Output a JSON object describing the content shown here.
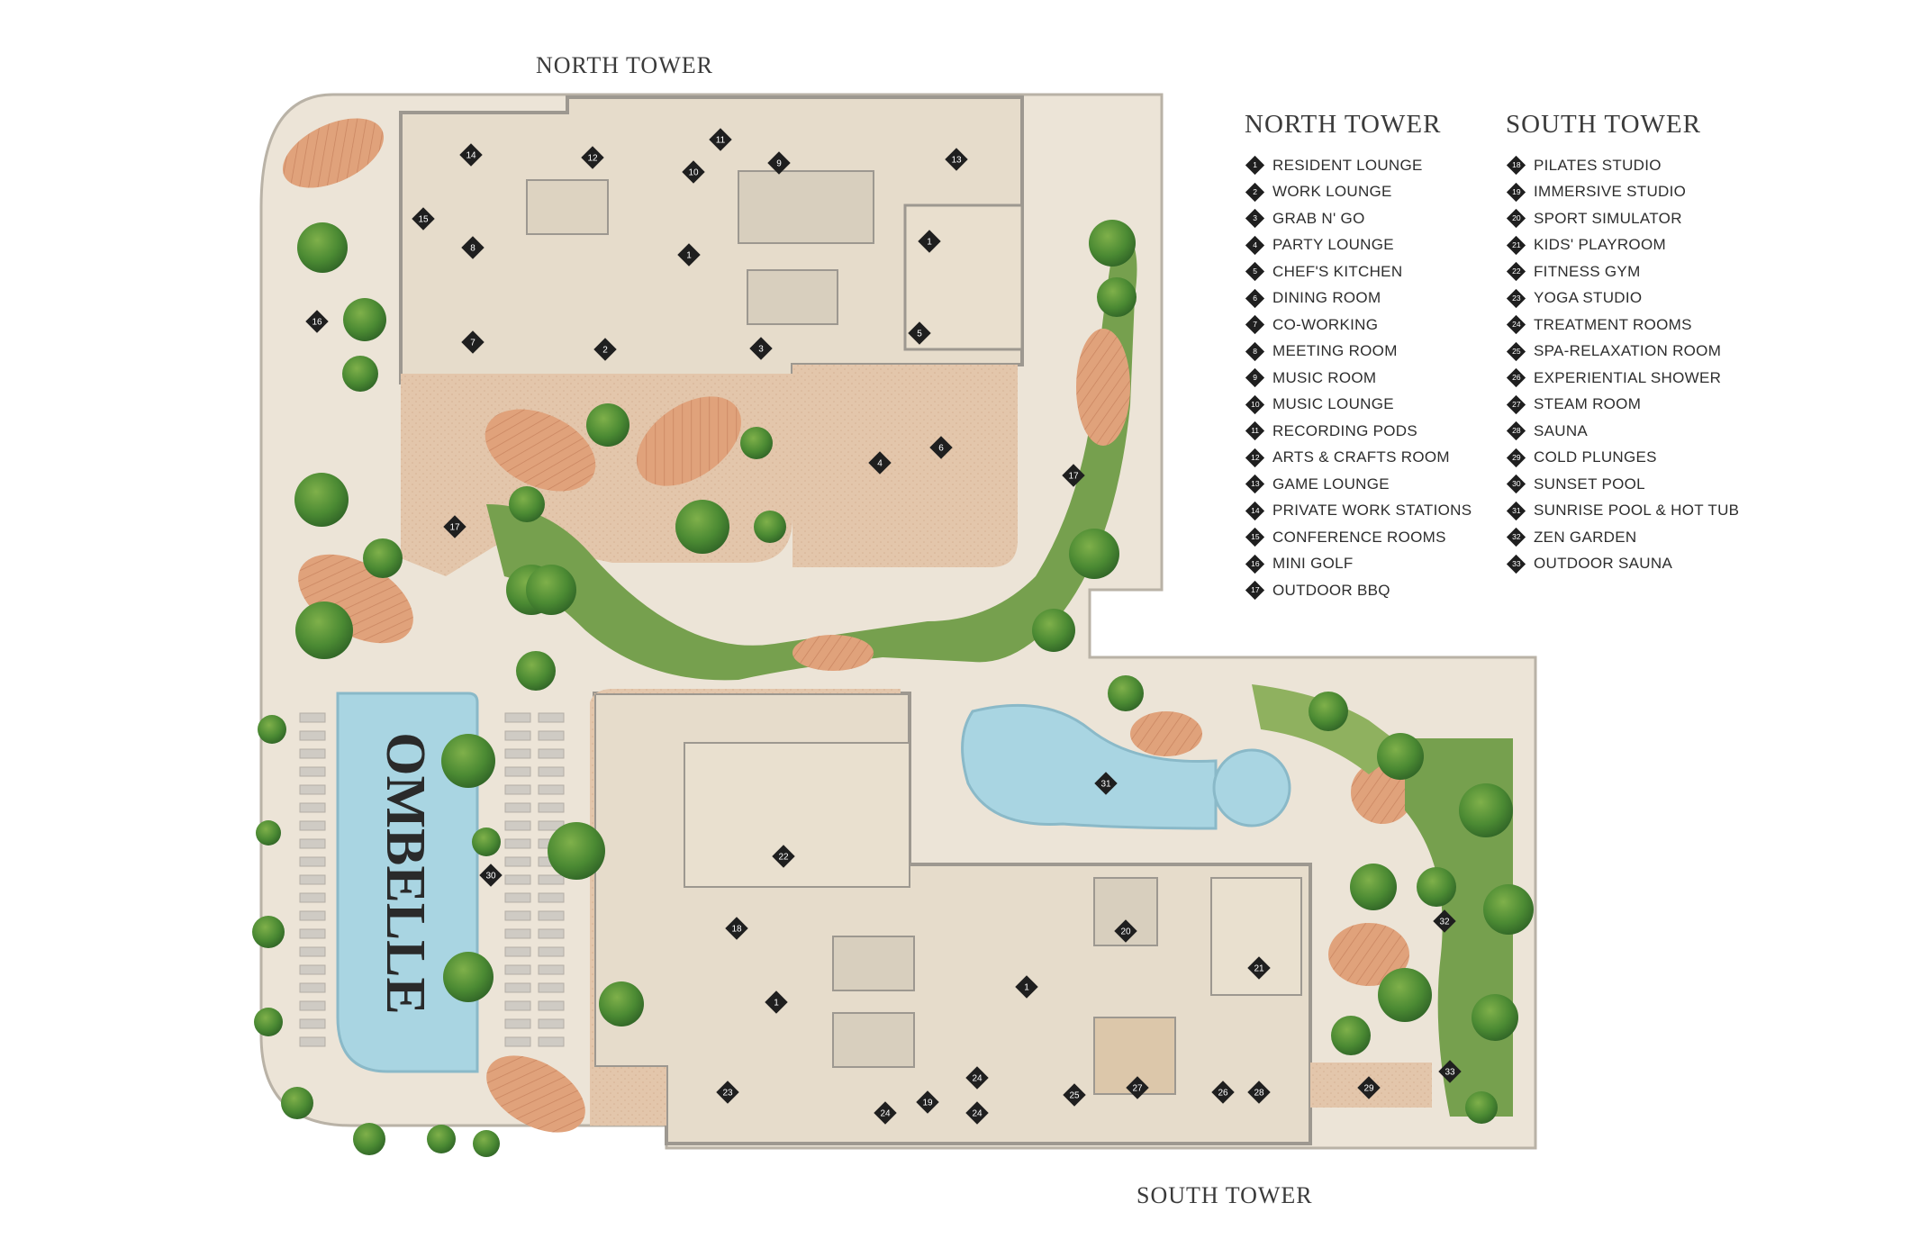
{
  "titles": {
    "north_top": "NORTH TOWER",
    "south_bottom": "SOUTH TOWER"
  },
  "pool_logo": "OMBELLE",
  "legend": {
    "north": {
      "heading": "NORTH TOWER",
      "items": [
        {
          "num": "1",
          "label": "RESIDENT LOUNGE"
        },
        {
          "num": "2",
          "label": "WORK LOUNGE"
        },
        {
          "num": "3",
          "label": "GRAB N' GO"
        },
        {
          "num": "4",
          "label": "PARTY LOUNGE"
        },
        {
          "num": "5",
          "label": "CHEF'S KITCHEN"
        },
        {
          "num": "6",
          "label": "DINING ROOM"
        },
        {
          "num": "7",
          "label": "CO-WORKING"
        },
        {
          "num": "8",
          "label": "MEETING ROOM"
        },
        {
          "num": "9",
          "label": "MUSIC ROOM"
        },
        {
          "num": "10",
          "label": "MUSIC LOUNGE"
        },
        {
          "num": "11",
          "label": "RECORDING PODS"
        },
        {
          "num": "12",
          "label": "ARTS & CRAFTS ROOM"
        },
        {
          "num": "13",
          "label": "GAME LOUNGE"
        },
        {
          "num": "14",
          "label": "PRIVATE WORK STATIONS"
        },
        {
          "num": "15",
          "label": "CONFERENCE ROOMS"
        },
        {
          "num": "16",
          "label": "MINI GOLF"
        },
        {
          "num": "17",
          "label": "OUTDOOR BBQ"
        }
      ]
    },
    "south": {
      "heading": "SOUTH TOWER",
      "items": [
        {
          "num": "18",
          "label": "PILATES STUDIO"
        },
        {
          "num": "19",
          "label": "IMMERSIVE STUDIO"
        },
        {
          "num": "20",
          "label": "SPORT SIMULATOR"
        },
        {
          "num": "21",
          "label": "KIDS' PLAYROOM"
        },
        {
          "num": "22",
          "label": "FITNESS GYM"
        },
        {
          "num": "23",
          "label": "YOGA STUDIO"
        },
        {
          "num": "24",
          "label": "TREATMENT ROOMS"
        },
        {
          "num": "25",
          "label": "SPA-RELAXATION ROOM"
        },
        {
          "num": "26",
          "label": "EXPERIENTIAL SHOWER"
        },
        {
          "num": "27",
          "label": "STEAM ROOM"
        },
        {
          "num": "28",
          "label": "SAUNA"
        },
        {
          "num": "29",
          "label": "COLD PLUNGES"
        },
        {
          "num": "30",
          "label": "SUNSET POOL"
        },
        {
          "num": "31",
          "label": "SUNRISE POOL & HOT TUB"
        },
        {
          "num": "32",
          "label": "ZEN GARDEN"
        },
        {
          "num": "33",
          "label": "OUTDOOR SAUNA"
        }
      ]
    }
  },
  "map_markers": [
    "14",
    "12",
    "11",
    "10",
    "9",
    "13",
    "15",
    "8",
    "1",
    "1",
    "16",
    "7",
    "2",
    "3",
    "5",
    "17",
    "4",
    "6",
    "17",
    "31",
    "22",
    "30",
    "18",
    "20",
    "1",
    "1",
    "21",
    "32",
    "23",
    "24",
    "24",
    "24",
    "19",
    "25",
    "27",
    "26",
    "28",
    "29",
    "33"
  ],
  "colors": {
    "paving": "#ece4d7",
    "interior": "#e6dccb",
    "terrace": "#e3c7ad",
    "lawn": "#76a04e",
    "water": "#a9d5e2",
    "wall": "#9d9890",
    "marker": "#1f1f1f"
  }
}
